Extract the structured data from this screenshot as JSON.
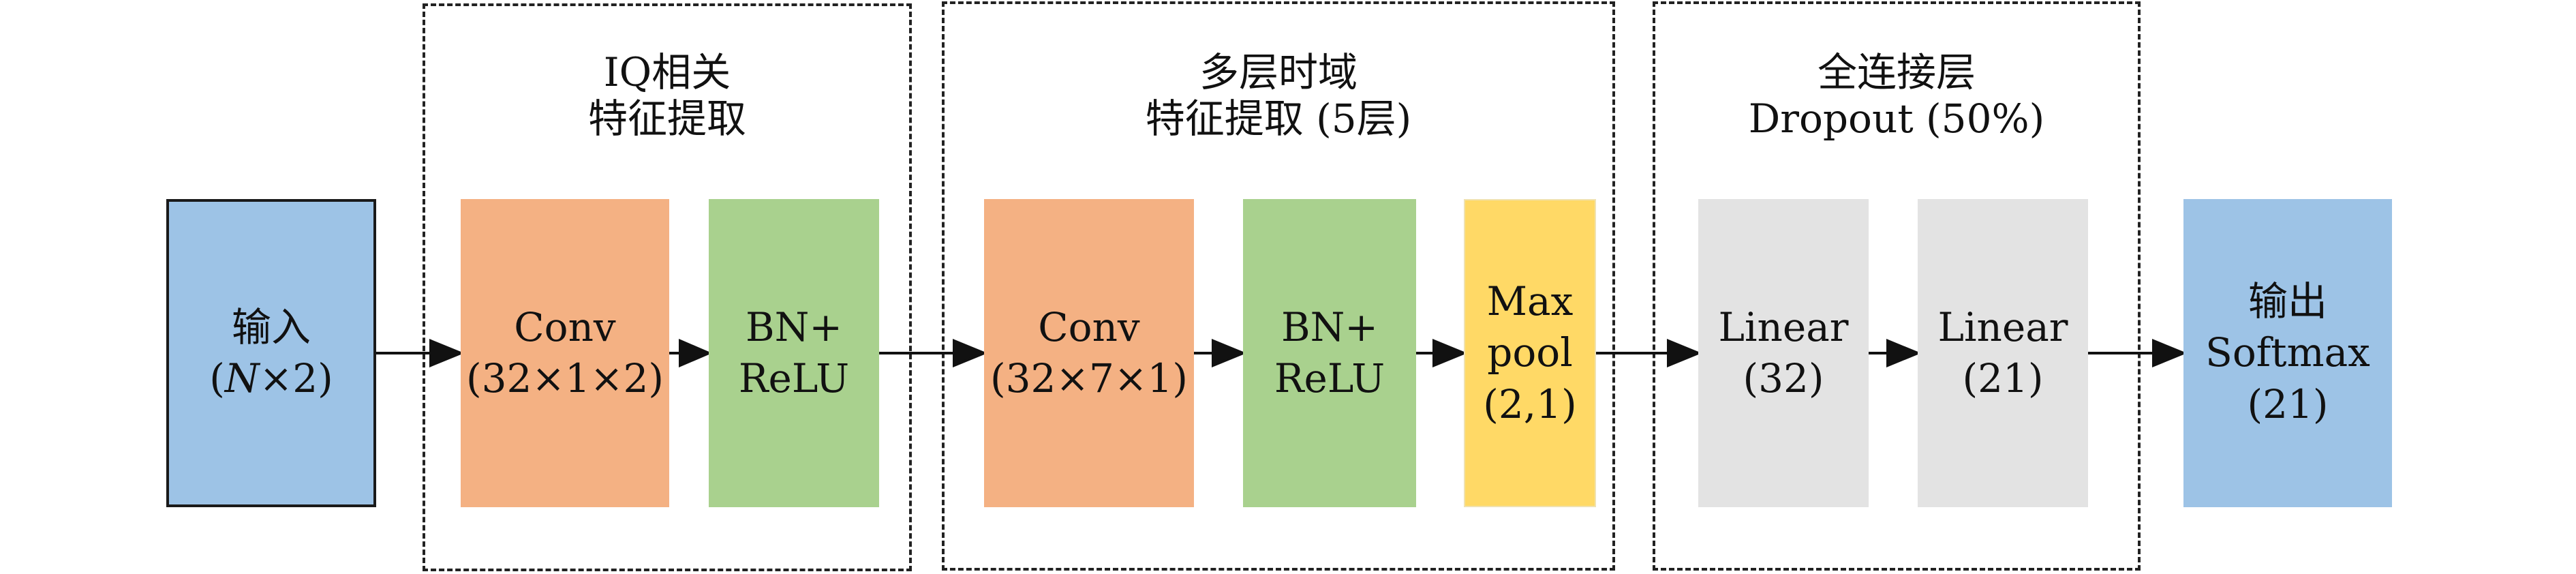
{
  "groups": [
    {
      "name": "iq-correlation-group",
      "title_line1": "IQ相关",
      "title_line2": "特征提取"
    },
    {
      "name": "multilayer-temporal-group",
      "title_line1": "多层时域",
      "title_line2": "特征提取 (5层)"
    },
    {
      "name": "fully-connected-group",
      "title_line1": "全连接层",
      "title_line2": "Dropout (50%)"
    }
  ],
  "blocks": {
    "input": {
      "line1": "输入",
      "line2_open": "(",
      "line2_var": "N",
      "line2_rest": "×2)"
    },
    "conv1": {
      "line1": "Conv",
      "line2": "(32×1×2)"
    },
    "bn1": {
      "line1": "BN+",
      "line2": "ReLU"
    },
    "conv2": {
      "line1": "Conv",
      "line2": "(32×7×1)"
    },
    "bn2": {
      "line1": "BN+",
      "line2": "ReLU"
    },
    "maxpool": {
      "line1": "Max",
      "line2": "pool",
      "line3": "(2,1)"
    },
    "linear1": {
      "line1": "Linear",
      "line2": "(32)"
    },
    "linear2": {
      "line1": "Linear",
      "line2": "(21)"
    },
    "output": {
      "line1": "输出",
      "line2": "Softmax",
      "line3": "(21)"
    }
  },
  "colors": {
    "input": "#9dc3e6",
    "conv": "#f4b183",
    "bn_relu": "#a9d18e",
    "maxpool": "#ffd966",
    "linear": "#e3e3e3",
    "output": "#9dc3e6"
  }
}
